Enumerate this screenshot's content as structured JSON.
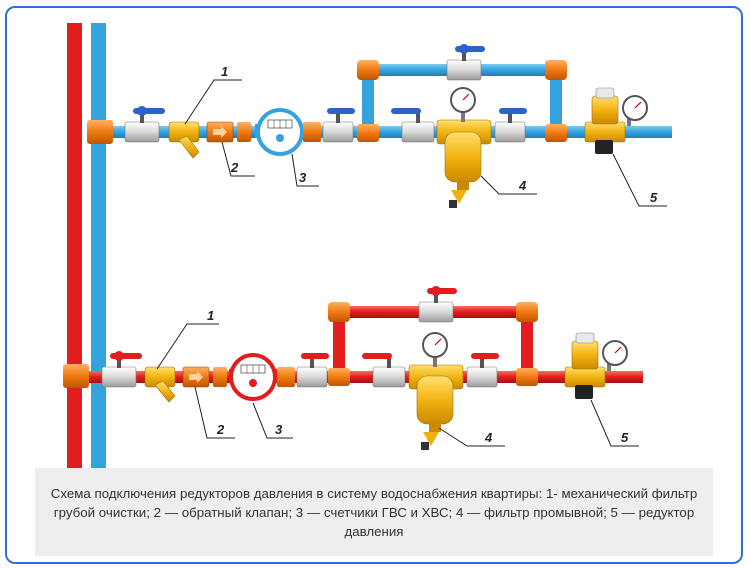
{
  "caption": "Схема подключения редукторов давления в систему водоснабжения квартиры: 1- механический фильтр грубой очистки; 2 — обратный клапан; 3 — счетчики ГВС и ХВС; 4 — фильтр промывной; 5 — редуктор давления",
  "labels": {
    "cold": {
      "l1": "1",
      "l2": "2",
      "l3": "3",
      "l4": "4",
      "l5": "5"
    },
    "hot": {
      "l1": "1",
      "l2": "2",
      "l3": "3",
      "l4": "4",
      "l5": "5"
    }
  },
  "colors": {
    "cold_pipe": "#33a3dd",
    "hot_pipe": "#e11d1d",
    "brass": "#f0b010",
    "frame": "#2f6fd6",
    "caption_bg": "#eeeeee"
  },
  "icons": [
    "ball-valve-icon",
    "strainer-icon",
    "check-valve-icon",
    "water-meter-icon",
    "pressure-gauge-icon",
    "flushing-filter-icon",
    "pressure-reducer-icon"
  ]
}
